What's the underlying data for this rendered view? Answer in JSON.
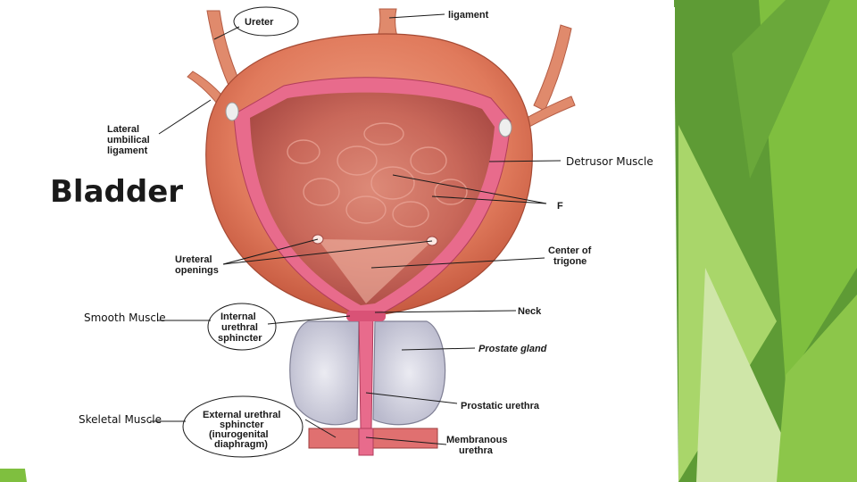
{
  "slide": {
    "title": "Bladder",
    "accent_colors": {
      "green_dark": "#5e9b35",
      "green": "#7fbf3f",
      "green_light": "#a9d66a",
      "green_pale": "#cfe6a8"
    }
  },
  "labels": {
    "ureter": "Ureter",
    "median_ligament": "ligament",
    "lateral_ligament": [
      "Lateral",
      "umbilical",
      "ligament"
    ],
    "detrusor": "Detrusor Muscle",
    "f": "F",
    "ureteral_openings": [
      "Ureteral",
      "openings"
    ],
    "trigone": [
      "Center of",
      "trigone"
    ],
    "smooth_muscle": "Smooth Muscle",
    "internal_sphincter": [
      "Internal",
      "urethral",
      "sphincter"
    ],
    "neck": "Neck",
    "prostate": "Prostate gland",
    "prostatic_urethra": "Prostatic urethra",
    "skeletal_muscle": "Skeletal Muscle",
    "external_sphincter": [
      "External urethral",
      "sphincter",
      "(inurogenital",
      "diaphragm)"
    ],
    "membranous_urethra": [
      "Membranous",
      "urethra"
    ]
  },
  "colors": {
    "outer_muscle": "#e0795a",
    "wall": "#e86b8c",
    "mucosa": "#c9685a",
    "prostate": "#d9d9e6"
  }
}
